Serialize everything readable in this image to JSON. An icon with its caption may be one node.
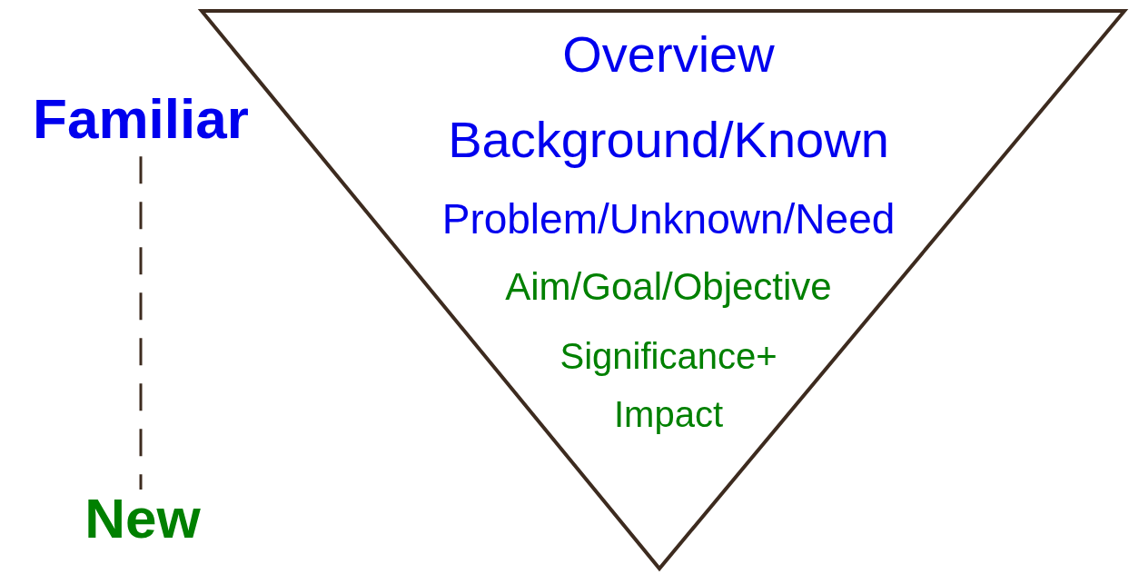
{
  "diagram": {
    "nodes": [
      {
        "text": [
          "Overview",
          "Background/Known",
          "Problem/Unknown/Need",
          "Aim/Goal/Objective",
          "Significance+ Impact"
        ]
      },
      {
        "text": [
          "Familiar"
        ]
      },
      {
        "text": [
          "New"
        ]
      }
    ],
    "edges": [
      {
        "from": 1,
        "to": 2,
        "arrow": "none",
        "style": "dashed"
      }
    ]
  }
}
